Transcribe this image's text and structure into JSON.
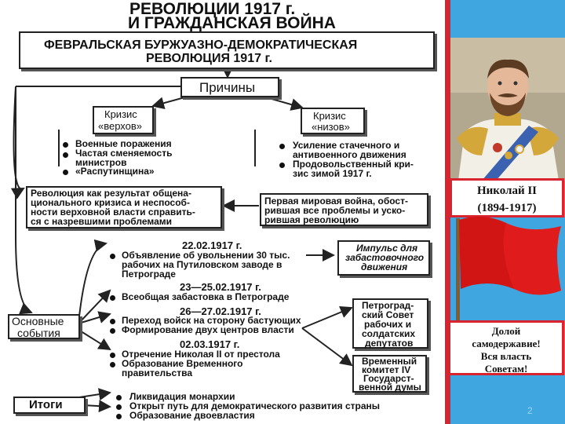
{
  "diagram": {
    "title_line1": "РЕВОЛЮЦИИ 1917 г.",
    "title_line2": "И ГРАЖДАНСКАЯ ВОЙНА",
    "header_line1": "ФЕВРАЛЬСКАЯ БУРЖУАЗНО-ДЕМОКРАТИЧЕСКАЯ",
    "header_line2": "РЕВОЛЮЦИЯ 1917 г.",
    "causes": "Причины",
    "crisis_top_1": "Кризис",
    "crisis_top_2": "«верхов»",
    "crisis_bottom_1": "Кризис",
    "crisis_bottom_2": "«низов»",
    "top_items": [
      "Военные поражения",
      "Частая сменяемость",
      "министров",
      "«Распутинщина»"
    ],
    "bottom_items": [
      "Усиление стачечного и",
      "антивоенного движения",
      "Продовольственный кри-",
      "зис зимой 1917 г."
    ],
    "revolution_box": [
      "Революция как результат общена-",
      "ционального кризиса и неспособ-",
      "ности верховной власти справить-",
      "ся с назревшими проблемами"
    ],
    "war_box": [
      "Первая мировая война, обост-",
      "рившая все проблемы и уско-",
      "рившая революцию"
    ],
    "date1": "22.02.1917 г.",
    "date1_items": [
      "Объявление об увольнении 30 тыс.",
      "рабочих на Путиловском заводе в",
      "Петрограде"
    ],
    "impulse_box": [
      "Импульс для",
      "забастовочного",
      "движения"
    ],
    "date2": "23—25.02.1917 г.",
    "date2_items": [
      "Всеобщая забастовка в Петрограде"
    ],
    "date3": "26—27.02.1917 г.",
    "date3_items": [
      "Переход войск на сторону бастующих",
      "Формирование двух центров власти"
    ],
    "soviet_box": [
      "Петроград-",
      "ский Совет",
      "рабочих и",
      "солдатских",
      "депутатов"
    ],
    "date4": "02.03.1917 г.",
    "date4_items": [
      "Отречение Николая II от престола",
      "Образование Временного",
      "правительства"
    ],
    "duma_box": [
      "Временный",
      "комитет IV",
      "Государст-",
      "венной думы"
    ],
    "main_events_1": "Основные",
    "main_events_2": "события",
    "results": "Итоги",
    "result_items": [
      "Ликвидация монархии",
      "Открыт путь для демократического развития страны",
      "Образование двоевластия"
    ]
  },
  "panel": {
    "caption_line1": "Николай II",
    "caption_line2": "(1894-1917)",
    "slogan_lines": [
      "Долой",
      "самодержавие!",
      "Вся власть",
      "Советам!"
    ],
    "page_number": "2"
  },
  "colors": {
    "panel_blue": "#3fa6e0",
    "accent_red": "#d9232e",
    "flag_red": "#e01b1b"
  }
}
